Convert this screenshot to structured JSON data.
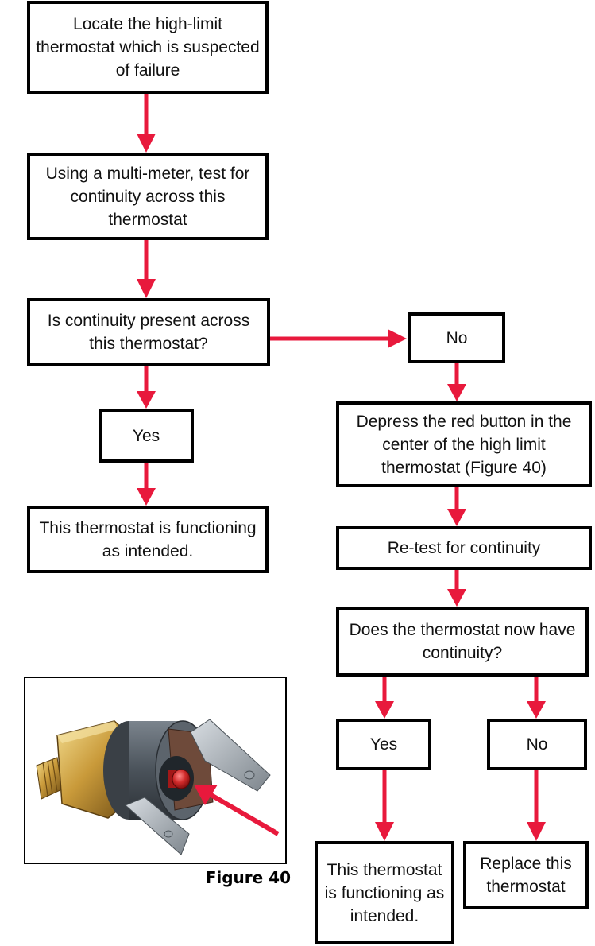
{
  "flowchart": {
    "locate": "Locate the high-limit thermostat which is suspected of failure",
    "test": "Using a multi-meter, test for continuity across this thermostat",
    "question1": "Is continuity present across this thermostat?",
    "no1": "No",
    "yes1": "Yes",
    "functioning1": "This thermostat is functioning as intended.",
    "depress": "Depress the red button in the center of the high limit thermostat (Figure 40)",
    "retest": "Re-test for continuity",
    "question2": "Does the thermostat now have continuity?",
    "yes2": "Yes",
    "no2": "No",
    "functioning2": "This thermostat is functioning as intended.",
    "replace": "Replace this thermostat"
  },
  "figure": {
    "label": "Figure 40"
  },
  "colors": {
    "arrow": "#e8193c",
    "box_border": "#000000"
  }
}
